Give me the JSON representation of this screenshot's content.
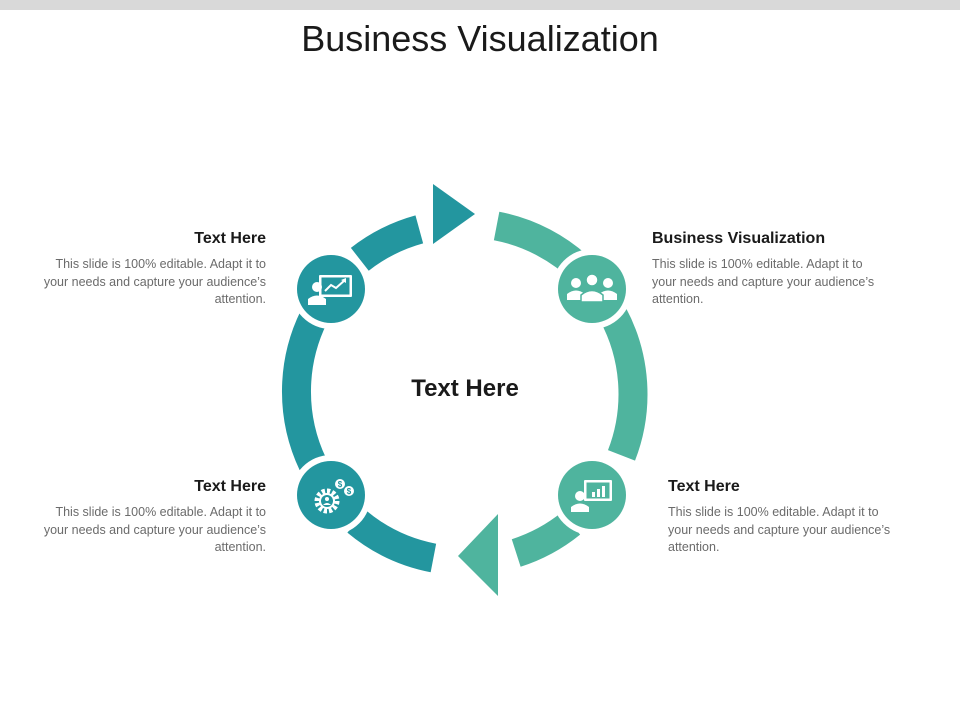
{
  "slide": {
    "title": "Business Visualization",
    "center_label": "Text Here"
  },
  "colors": {
    "teal_dark": "#23969f",
    "teal_light": "#4fb49e",
    "top_bar": "#d9d9d9",
    "heading": "#1a1a1a",
    "body": "#6b6b6b"
  },
  "steps": [
    {
      "heading": "Text Here",
      "body": "This slide is 100% editable. Adapt it to your needs and capture your audience’s attention.",
      "icon": "presentation-chart-icon"
    },
    {
      "heading": "Business Visualization",
      "body": "This slide is 100% editable. Adapt it to your needs and capture your audience’s attention.",
      "icon": "team-icon"
    },
    {
      "heading": "Text Here",
      "body": "This slide is 100% editable. Adapt it to your needs and capture your audience’s attention.",
      "icon": "user-board-icon"
    },
    {
      "heading": "Text Here",
      "body": "This slide is 100% editable. Adapt it to your needs and capture your audience’s attention.",
      "icon": "gear-money-icon"
    }
  ]
}
